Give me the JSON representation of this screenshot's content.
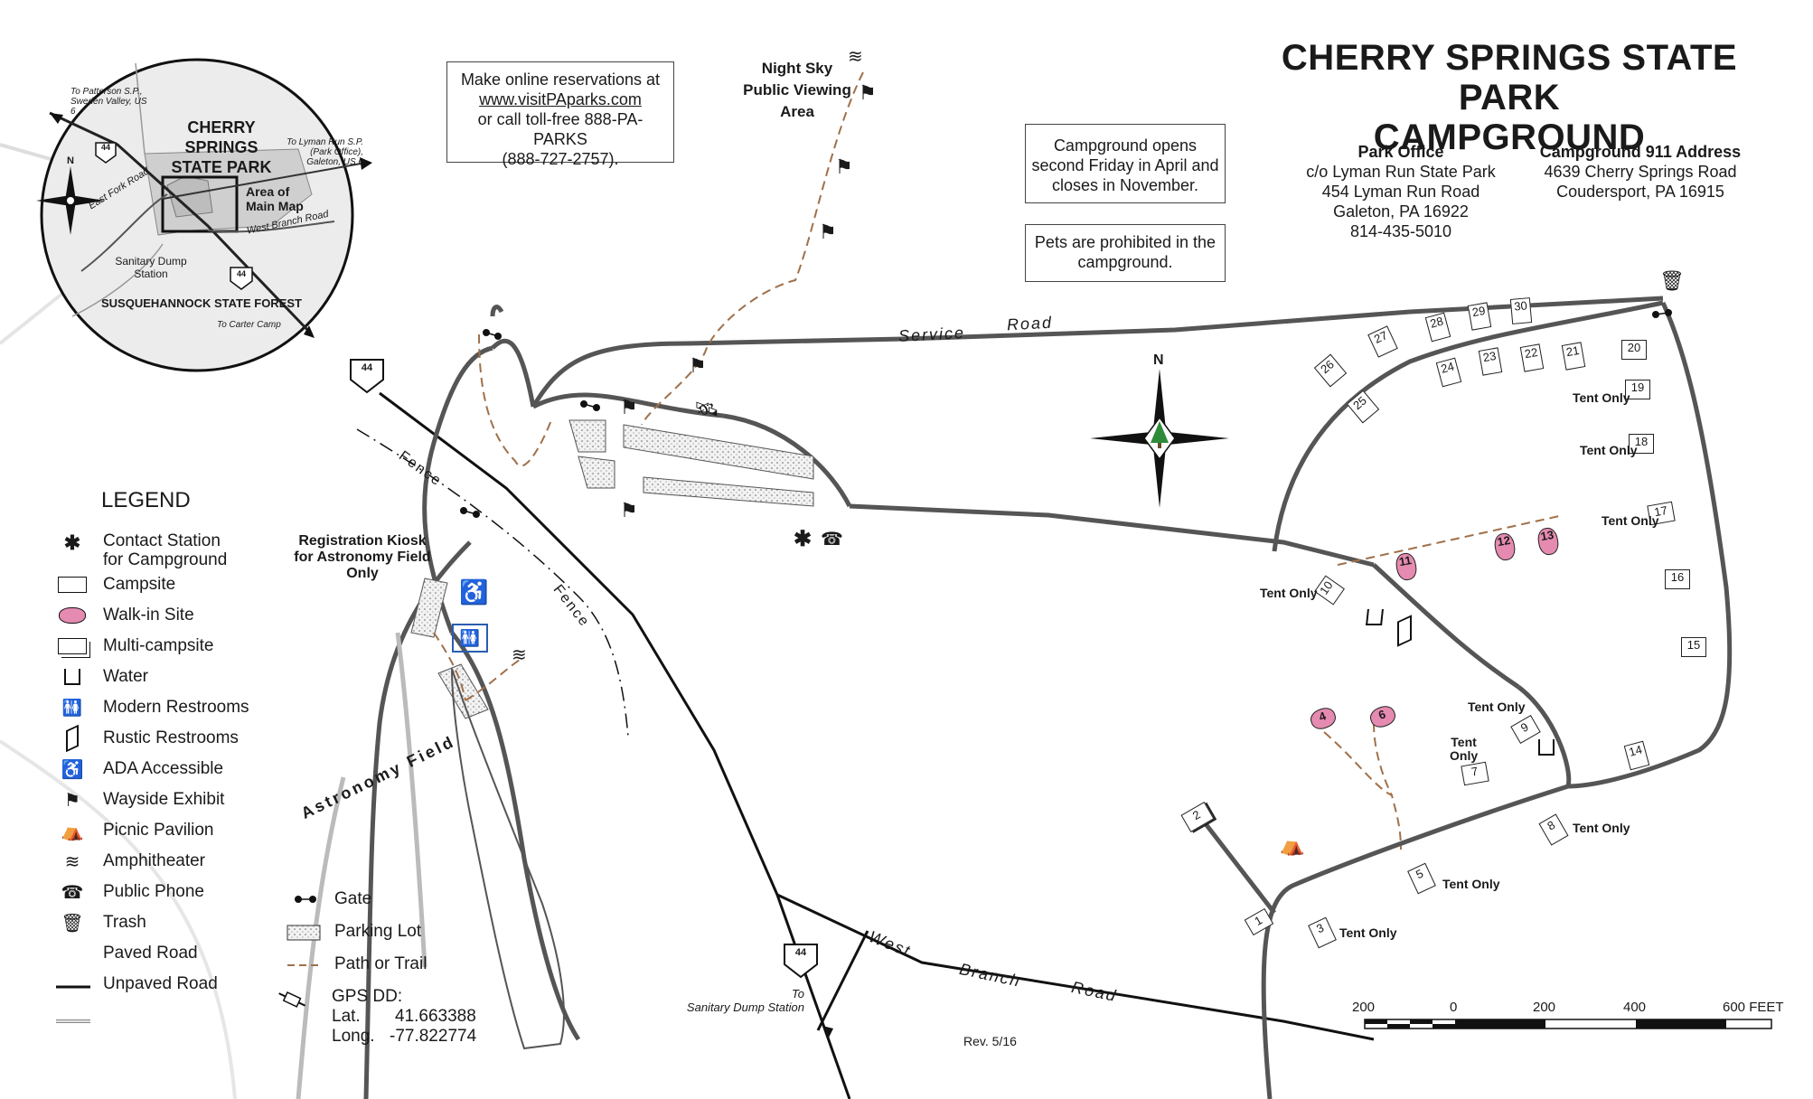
{
  "title_line1": "CHERRY SPRINGS STATE PARK",
  "title_line2": "CAMPGROUND",
  "reservations": {
    "line1": "Make online reservations at",
    "link": "www.visitPAparks.com",
    "line2": "or call toll-free 888-PA-PARKS",
    "line3": "(888-727-2757)."
  },
  "season_note": "Campground opens second Friday in April and closes in November.",
  "pets_note": "Pets are prohibited in the campground.",
  "park_office": {
    "heading": "Park Office",
    "line1": "c/o Lyman Run State Park",
    "line2": "454 Lyman Run Road",
    "line3": "Galeton, PA 16922",
    "line4": "814-435-5010"
  },
  "address_911": {
    "heading": "Campground 911 Address",
    "line1": "4639 Cherry Springs Road",
    "line2": "Coudersport, PA 16915"
  },
  "inset": {
    "park_name_1": "CHERRY SPRINGS",
    "park_name_2": "STATE PARK",
    "area_label_1": "Area of",
    "area_label_2": "Main Map",
    "to_patterson": "To Patterson S.P., Sweden Valley, US 6",
    "to_lyman": "To Lyman Run S.P. (Park Office), Galeton, US 6",
    "east_fork": "East Fork Road",
    "west_branch": "West Branch Road",
    "dump_station": "Sanitary Dump Station",
    "forest": "SUSQUEHANNOCK STATE FOREST",
    "to_carter": "To Carter Camp",
    "route": "44",
    "north": "N"
  },
  "map_labels": {
    "night_sky_1": "Night Sky",
    "night_sky_2": "Public Viewing",
    "night_sky_3": "Area",
    "service_road_a": "Service",
    "service_road_b": "Road",
    "fence_a": "Fence",
    "fence_b": "Fence",
    "kiosk_1": "Registration Kiosk",
    "kiosk_2": "for Astronomy Field",
    "kiosk_3": "Only",
    "astronomy_field": "Astronomy Field",
    "west_branch_a": "West",
    "west_branch_b": "Branch",
    "west_branch_c": "Road",
    "to_dump_1": "To",
    "to_dump_2": "Sanitary Dump Station",
    "route_44": "44",
    "revision": "Rev. 5/16",
    "north": "N",
    "tent_only": "Tent Only",
    "tent": "Tent",
    "only": "Only"
  },
  "campsites": [
    "1",
    "2",
    "3",
    "5",
    "7",
    "8",
    "9",
    "10",
    "14",
    "15",
    "16",
    "17",
    "18",
    "19",
    "20",
    "21",
    "22",
    "23",
    "24",
    "25",
    "26",
    "27",
    "28",
    "29",
    "30"
  ],
  "walkin_sites": [
    "4",
    "6",
    "11",
    "12",
    "13"
  ],
  "legend": {
    "title": "LEGEND",
    "items": [
      {
        "label": "Contact Station",
        "label2": "for Campground",
        "icon": "asterisk-icon"
      },
      {
        "label": "Campsite",
        "icon": "campsite-icon"
      },
      {
        "label": "Walk-in Site",
        "icon": "walkin-site-icon"
      },
      {
        "label": "Multi-campsite",
        "icon": "multi-campsite-icon"
      },
      {
        "label": "Water",
        "icon": "water-icon"
      },
      {
        "label": "Modern Restrooms",
        "icon": "restroom-icon"
      },
      {
        "label": "Rustic Restrooms",
        "icon": "rustic-restroom-icon"
      },
      {
        "label": "ADA Accessible",
        "icon": "wheelchair-icon"
      },
      {
        "label": "Wayside Exhibit",
        "icon": "wayside-exhibit-icon"
      },
      {
        "label": "Picnic Pavilion",
        "icon": "picnic-pavilion-icon"
      },
      {
        "label": "Amphitheater",
        "icon": "amphitheater-icon"
      },
      {
        "label": "Public Phone",
        "icon": "phone-icon"
      },
      {
        "label": "Trash",
        "icon": "trash-icon"
      },
      {
        "label": "Paved Road",
        "icon": "paved-road-icon"
      },
      {
        "label": "Unpaved Road",
        "icon": "unpaved-road-icon"
      }
    ],
    "gate": "Gate",
    "parking": "Parking Lot",
    "path": "Path or Trail"
  },
  "gps": {
    "heading": "GPS DD:",
    "lat_label": "Lat.",
    "lat": "41.663388",
    "long_label": "Long.",
    "long": "-77.822774"
  },
  "scale": {
    "labels": [
      "200",
      "0",
      "200",
      "400",
      "600 FEET"
    ]
  },
  "colors": {
    "trail": "#a0704a",
    "walkin_fill": "#e58ab0",
    "paved": "#111111",
    "unpaved": "#777777",
    "accessible_blue": "#2a5db0"
  }
}
